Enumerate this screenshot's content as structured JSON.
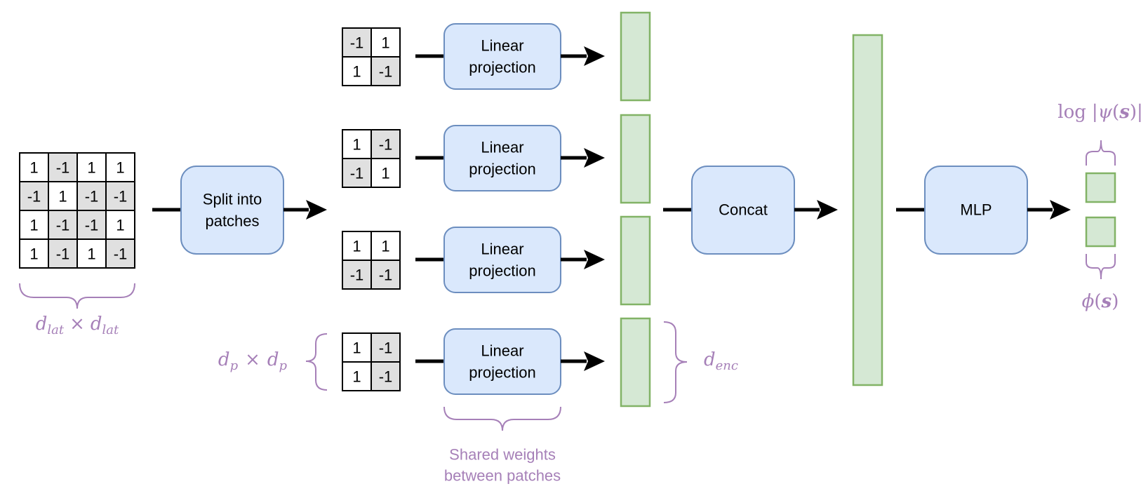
{
  "lattice": {
    "rows": [
      [
        "1",
        "-1",
        "1",
        "1"
      ],
      [
        "-1",
        "1",
        "-1",
        "-1"
      ],
      [
        "1",
        "-1",
        "-1",
        "1"
      ],
      [
        "1",
        "-1",
        "1",
        "-1"
      ]
    ],
    "shaded": [
      [
        false,
        true,
        false,
        false
      ],
      [
        true,
        false,
        true,
        true
      ],
      [
        false,
        true,
        true,
        false
      ],
      [
        false,
        true,
        false,
        true
      ]
    ],
    "label": "d_lat × d_lat",
    "label_base": "d",
    "label_sub": "lat",
    "label_op": "×"
  },
  "split_box": {
    "line1": "Split into",
    "line2": "patches"
  },
  "patches": [
    {
      "cells": [
        "-1",
        "1",
        "1",
        "-1"
      ],
      "shaded": [
        true,
        false,
        false,
        true
      ]
    },
    {
      "cells": [
        "1",
        "-1",
        "-1",
        "1"
      ],
      "shaded": [
        false,
        true,
        true,
        false
      ]
    },
    {
      "cells": [
        "1",
        "1",
        "-1",
        "-1"
      ],
      "shaded": [
        false,
        false,
        true,
        true
      ]
    },
    {
      "cells": [
        "1",
        "-1",
        "1",
        "-1"
      ],
      "shaded": [
        false,
        true,
        false,
        true
      ]
    }
  ],
  "patch_label": {
    "base": "d",
    "sub": "p",
    "op": "×"
  },
  "projection": {
    "line1": "Linear",
    "line2": "projection"
  },
  "shared_note": {
    "line1": "Shared weights",
    "line2": "between patches"
  },
  "enc_label": {
    "base": "d",
    "sub": "enc"
  },
  "concat_label": "Concat",
  "mlp_label": "MLP",
  "outputs": {
    "top": {
      "prefix": "log",
      "bar": "|",
      "func": "ψ",
      "open": "(",
      "arg": "s",
      "close": ")"
    },
    "bottom": {
      "func": "ϕ",
      "open": "(",
      "arg": "s",
      "close": ")"
    }
  },
  "colors": {
    "box_fill": "#dae8fc",
    "box_stroke": "#6c8ebf",
    "vec_fill": "#d5e8d4",
    "vec_stroke": "#82b366",
    "annotation": "#a680b8",
    "shaded_cell": "#e0e0e0"
  }
}
